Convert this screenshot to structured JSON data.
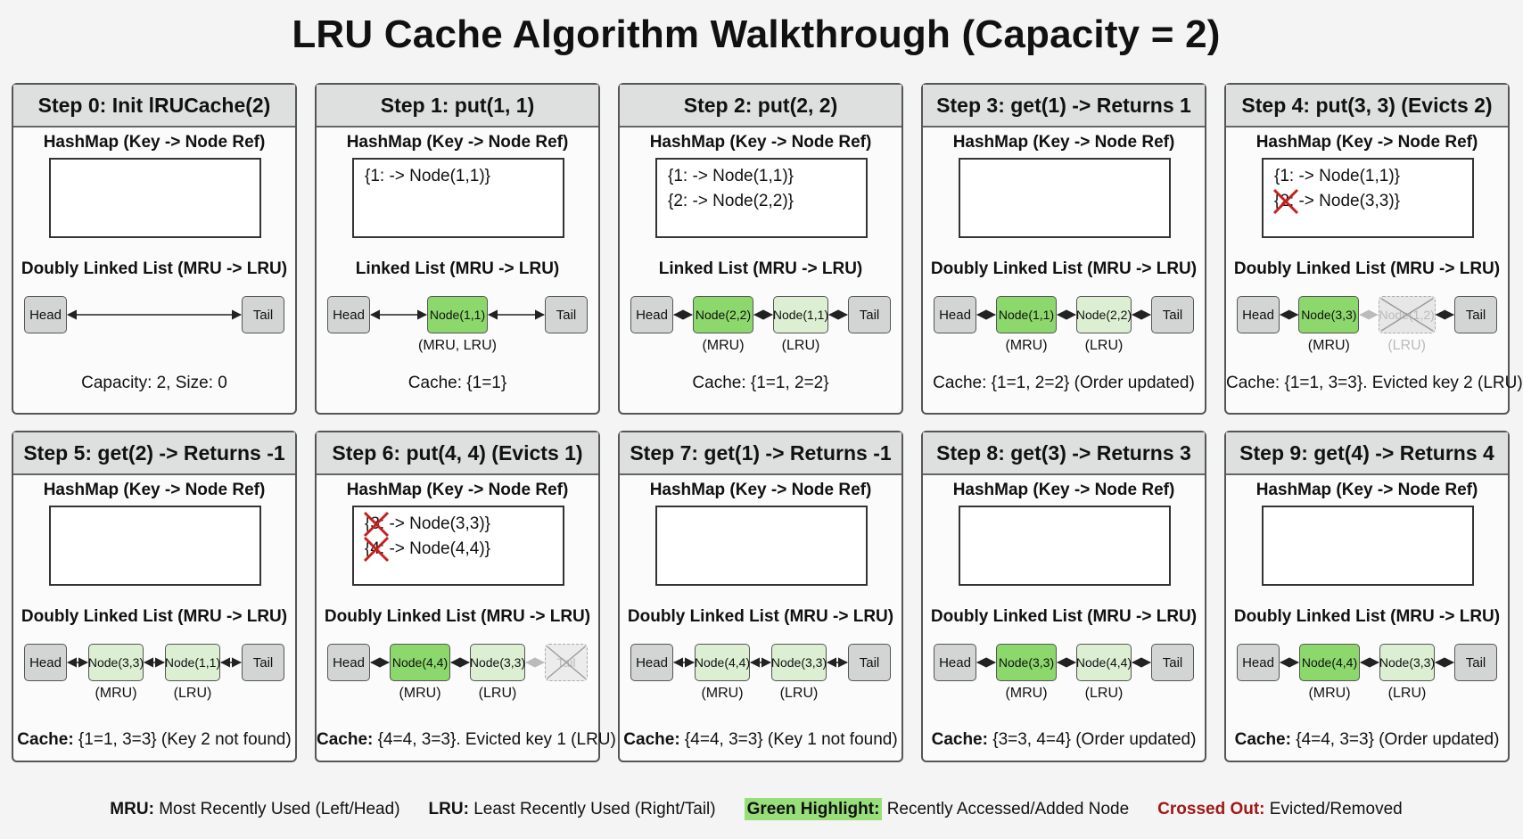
{
  "title": "LRU Cache Algorithm Walkthrough (Capacity = 2)",
  "colors": {
    "green": "#8cd86c",
    "light_green": "#dcefd3",
    "sentinel": "#d3d4d4",
    "cross_red": "#c81e1e",
    "legend_red": "#a01818"
  },
  "steps": [
    {
      "header": "Step 0: Init lRUCache(2)",
      "hashmap_label": "HashMap (Key -> Node Ref)",
      "hashmap_entries": [],
      "list_label": "Doubly Linked List (MRU -> LRU)",
      "nodes": [
        {
          "text": "Head",
          "style": "sentinel"
        },
        {
          "text": "Tail",
          "style": "sentinel"
        }
      ],
      "node_labels": [],
      "summary_bold": "",
      "summary": "Capacity: 2, Size: 0"
    },
    {
      "header": "Step 1: put(1, 1)",
      "hashmap_label": "HashMap (Key -> Node Ref)",
      "hashmap_entries": [
        {
          "text": "{1: -> Node(1,1)}",
          "crossed": false
        }
      ],
      "list_label": "Linked List (MRU -> LRU)",
      "nodes": [
        {
          "text": "Head",
          "style": "sentinel"
        },
        {
          "text": "Node(1,1)",
          "style": "green"
        },
        {
          "text": "Tail",
          "style": "sentinel"
        }
      ],
      "node_labels": [
        {
          "node": 1,
          "text": "(MRU, LRU)",
          "faded": false
        }
      ],
      "summary_bold": "",
      "summary": "Cache: {1=1}"
    },
    {
      "header": "Step 2: put(2, 2)",
      "hashmap_label": "HashMap (Key -> Node Ref)",
      "hashmap_entries": [
        {
          "text": "{1: -> Node(1,1)}",
          "crossed": false
        },
        {
          "text": "{2: -> Node(2,2)}",
          "crossed": false
        }
      ],
      "list_label": "Linked List (MRU -> LRU)",
      "nodes": [
        {
          "text": "Head",
          "style": "sentinel"
        },
        {
          "text": "Node(2,2)",
          "style": "green"
        },
        {
          "text": "Node(1,1)",
          "style": "light"
        },
        {
          "text": "Tail",
          "style": "sentinel"
        }
      ],
      "node_labels": [
        {
          "node": 1,
          "text": "(MRU)",
          "faded": false
        },
        {
          "node": 2,
          "text": "(LRU)",
          "faded": false
        }
      ],
      "summary_bold": "",
      "summary": "Cache: {1=1, 2=2}"
    },
    {
      "header": "Step 3: get(1) -> Returns 1",
      "hashmap_label": "HashMap (Key -> Node Ref)",
      "hashmap_entries": [],
      "list_label": "Doubly Linked List (MRU -> LRU)",
      "nodes": [
        {
          "text": "Head",
          "style": "sentinel"
        },
        {
          "text": "Node(1,1)",
          "style": "green"
        },
        {
          "text": "Node(2,2)",
          "style": "light"
        },
        {
          "text": "Tail",
          "style": "sentinel"
        }
      ],
      "node_labels": [
        {
          "node": 1,
          "text": "(MRU)",
          "faded": false
        },
        {
          "node": 2,
          "text": "(LRU)",
          "faded": false
        }
      ],
      "summary_bold": "",
      "summary": "Cache: {1=1, 2=2} (Order updated)"
    },
    {
      "header": "Step 4: put(3, 3) (Evicts 2)",
      "hashmap_label": "HashMap (Key -> Node Ref)",
      "hashmap_entries": [
        {
          "text": "{1: -> Node(1,1)}",
          "crossed": false
        },
        {
          "text": "{2: -> Node(3,3)}",
          "crossed": true
        }
      ],
      "list_label": "Doubly Linked List (MRU -> LRU)",
      "nodes": [
        {
          "text": "Head",
          "style": "sentinel"
        },
        {
          "text": "Node(3,3)",
          "style": "green"
        },
        {
          "text": "Node(1,2)",
          "style": "evicted"
        },
        {
          "text": "Tail",
          "style": "sentinel"
        }
      ],
      "node_labels": [
        {
          "node": 1,
          "text": "(MRU)",
          "faded": false
        },
        {
          "node": 2,
          "text": "(LRU)",
          "faded": true
        }
      ],
      "summary_bold": "",
      "summary": "Cache: {1=1, 3=3}. Evicted key 2 (LRU)"
    },
    {
      "header": "Step 5: get(2) -> Returns -1",
      "hashmap_label": "HashMap (Key -> Node Ref)",
      "hashmap_entries": [],
      "list_label": "Doubly Linked List (MRU -> LRU)",
      "nodes": [
        {
          "text": "Head",
          "style": "sentinel"
        },
        {
          "text": "Node(3,3)",
          "style": "light"
        },
        {
          "text": "Node(1,1)",
          "style": "light"
        },
        {
          "text": "Tail",
          "style": "sentinel"
        }
      ],
      "node_labels": [
        {
          "node": 1,
          "text": "(MRU)",
          "faded": false
        },
        {
          "node": 2,
          "text": "(LRU)",
          "faded": false
        }
      ],
      "summary_bold": "Cache:",
      "summary": " {1=1, 3=3} (Key 2 not found)"
    },
    {
      "header": "Step 6: put(4, 4) (Evicts 1)",
      "hashmap_label": "HashMap (Key -> Node Ref)",
      "hashmap_entries": [
        {
          "text": "{3: -> Node(3,3)}",
          "crossed": true
        },
        {
          "text": "{4: -> Node(4,4)}",
          "crossed": true
        }
      ],
      "list_label": "Doubly Linked List (MRU -> LRU)",
      "nodes": [
        {
          "text": "Head",
          "style": "sentinel"
        },
        {
          "text": "Node(4,4)",
          "style": "green"
        },
        {
          "text": "Node(3,3)",
          "style": "light"
        },
        {
          "text": "Tail",
          "style": "evicted-tail"
        }
      ],
      "node_labels": [
        {
          "node": 1,
          "text": "(MRU)",
          "faded": false
        },
        {
          "node": 2,
          "text": "(LRU)",
          "faded": false
        }
      ],
      "summary_bold": "Cache:",
      "summary": " {4=4, 3=3}. Evicted key 1 (LRU)"
    },
    {
      "header": "Step 7: get(1) -> Returns -1",
      "hashmap_label": "HashMap (Key -> Node Ref)",
      "hashmap_entries": [],
      "list_label": "Doubly Linked List (MRU -> LRU)",
      "nodes": [
        {
          "text": "Head",
          "style": "sentinel"
        },
        {
          "text": "Node(4,4)",
          "style": "light"
        },
        {
          "text": "Node(3,3)",
          "style": "light"
        },
        {
          "text": "Tail",
          "style": "sentinel"
        }
      ],
      "node_labels": [
        {
          "node": 1,
          "text": "(MRU)",
          "faded": false
        },
        {
          "node": 2,
          "text": "(LRU)",
          "faded": false
        }
      ],
      "summary_bold": "Cache:",
      "summary": " {4=4, 3=3} (Key 1 not found)"
    },
    {
      "header": "Step 8: get(3) -> Returns 3",
      "hashmap_label": "HashMap (Key -> Node Ref)",
      "hashmap_entries": [],
      "list_label": "Doubly Linked List (MRU -> LRU)",
      "nodes": [
        {
          "text": "Head",
          "style": "sentinel"
        },
        {
          "text": "Node(3,3)",
          "style": "green"
        },
        {
          "text": "Node(4,4)",
          "style": "light"
        },
        {
          "text": "Tail",
          "style": "sentinel"
        }
      ],
      "node_labels": [
        {
          "node": 1,
          "text": "(MRU)",
          "faded": false
        },
        {
          "node": 2,
          "text": "(LRU)",
          "faded": false
        }
      ],
      "summary_bold": "Cache:",
      "summary": " {3=3, 4=4} (Order updated)"
    },
    {
      "header": "Step 9: get(4) -> Returns 4",
      "hashmap_label": "HashMap (Key -> Node Ref)",
      "hashmap_entries": [],
      "list_label": "Doubly Linked List (MRU -> LRU)",
      "nodes": [
        {
          "text": "Head",
          "style": "sentinel"
        },
        {
          "text": "Node(4,4)",
          "style": "green"
        },
        {
          "text": "Node(3,3)",
          "style": "light"
        },
        {
          "text": "Tail",
          "style": "sentinel"
        }
      ],
      "node_labels": [
        {
          "node": 1,
          "text": "(MRU)",
          "faded": false
        },
        {
          "node": 2,
          "text": "(LRU)",
          "faded": false
        }
      ],
      "summary_bold": "Cache:",
      "summary": " {4=4, 3=3} (Order updated)"
    }
  ],
  "legend": {
    "mru_key": "MRU:",
    "mru_text": "Most Recently Used (Left/Head)",
    "lru_key": "LRU:",
    "lru_text": "Least Recently Used (Right/Tail)",
    "green_key": "Green Highlight:",
    "green_text": "Recently Accessed/Added Node",
    "crossed_key": "Crossed Out:",
    "crossed_text": "Evicted/Removed"
  }
}
